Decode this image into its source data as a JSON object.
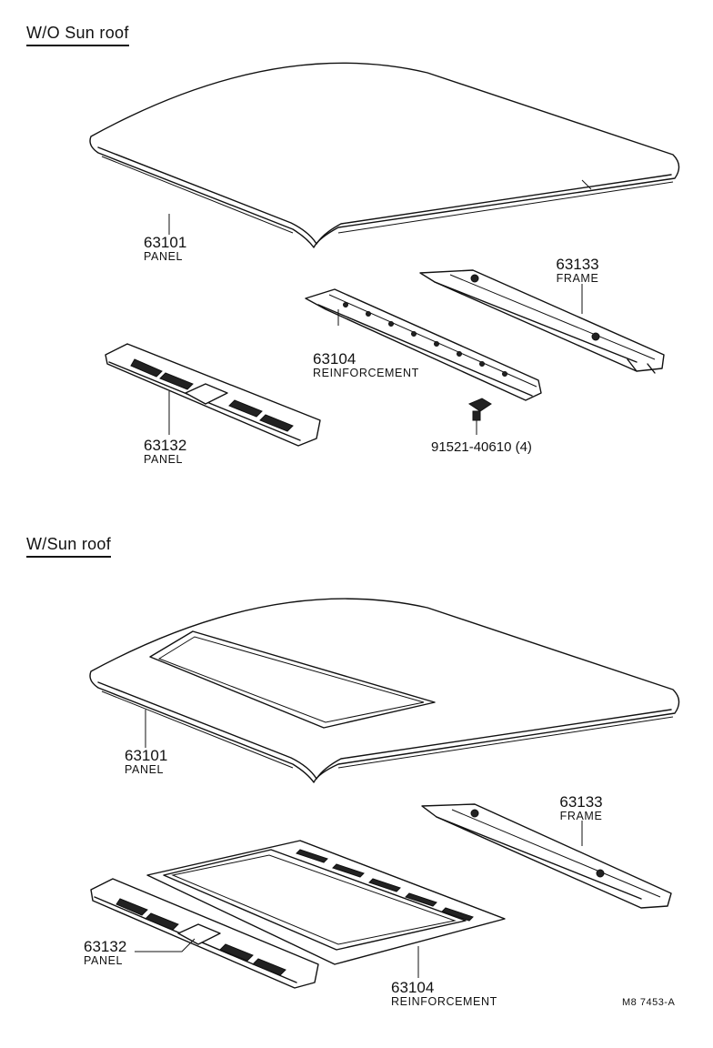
{
  "sections": [
    {
      "title": "W/O  Sun roof",
      "parts": [
        {
          "number": "63101",
          "name": "PANEL"
        },
        {
          "number": "63133",
          "name": "FRAME"
        },
        {
          "number": "63104",
          "name": "REINFORCEMENT"
        },
        {
          "number": "63132",
          "name": "PANEL"
        }
      ],
      "fastener": "91521-40610 (4)"
    },
    {
      "title": "W/Sun roof",
      "parts": [
        {
          "number": "63101",
          "name": "PANEL"
        },
        {
          "number": "63133",
          "name": "FRAME"
        },
        {
          "number": "63132",
          "name": "PANEL"
        },
        {
          "number": "63104",
          "name": "REINFORCEMENT"
        }
      ]
    }
  ],
  "document_code": "M8  7453-A"
}
